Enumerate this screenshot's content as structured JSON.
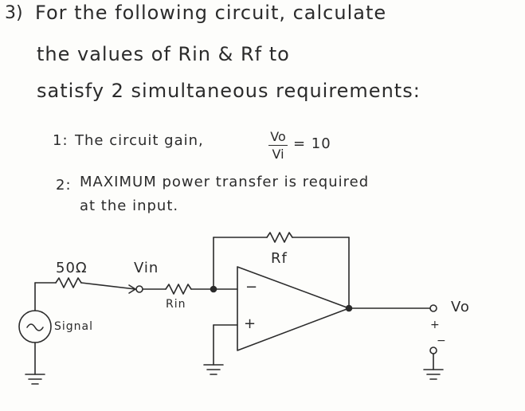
{
  "question": {
    "number": "3)",
    "line1": "For the following circuit, calculate",
    "line2": "the values of Rin & Rf to",
    "line3": "satisfy 2 simultaneous requirements:"
  },
  "requirements": [
    {
      "number": "1:",
      "text": "The circuit gain,",
      "numerator": "Vo",
      "denominator": "Vi",
      "equals": "= 10"
    },
    {
      "number": "2:",
      "text_line1": "MAXIMUM power transfer is required",
      "text_line2": "at the input."
    }
  ],
  "circuit": {
    "source_resistor_label": "50Ω",
    "vin_label": "Vin",
    "rin_label": "Rin",
    "rf_label": "Rf",
    "signal_label": "Signal",
    "opamp_minus": "−",
    "opamp_plus": "+",
    "output_label": "Vo",
    "out_plus": "+",
    "out_minus": "−"
  }
}
